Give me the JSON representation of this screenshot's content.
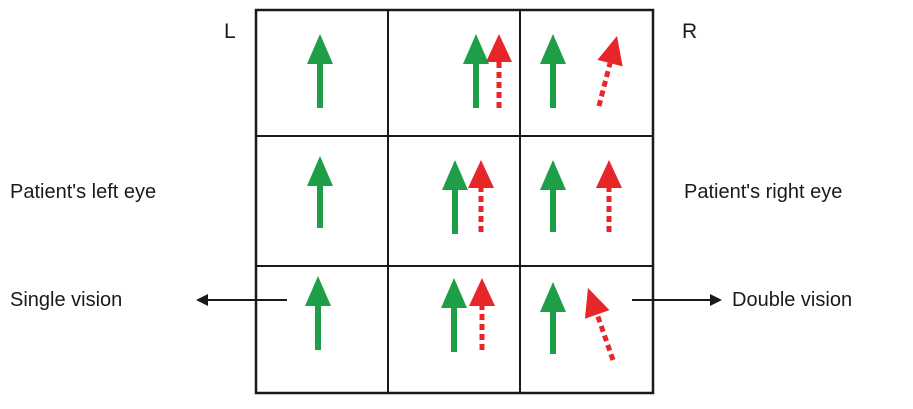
{
  "labels": {
    "left_corner": "L",
    "right_corner": "R",
    "left_eye": "Patient's left eye",
    "right_eye": "Patient's right eye",
    "single_vision": "Single vision",
    "double_vision": "Double vision"
  },
  "grid": {
    "rows": 3,
    "cols": 3,
    "line_color": "#1a1a1a"
  },
  "arrow_colors": {
    "green_solid": "#1e9e46",
    "red_dashed": "#e8262a",
    "pointer": "#1a1a1a"
  },
  "cells": [
    {
      "row": 1,
      "col": 1,
      "contents": [
        "green-up-arrow"
      ]
    },
    {
      "row": 1,
      "col": 2,
      "contents": [
        "green-up-arrow",
        "red-dashed-up-arrow"
      ],
      "relation": "overlapping"
    },
    {
      "row": 1,
      "col": 3,
      "contents": [
        "green-up-arrow",
        "red-dashed-tilted-arrow"
      ],
      "relation": "separated, red tilted right"
    },
    {
      "row": 2,
      "col": 1,
      "contents": [
        "green-up-arrow"
      ]
    },
    {
      "row": 2,
      "col": 2,
      "contents": [
        "green-up-arrow",
        "red-dashed-up-arrow"
      ],
      "relation": "overlapping"
    },
    {
      "row": 2,
      "col": 3,
      "contents": [
        "green-up-arrow",
        "red-dashed-up-arrow"
      ],
      "relation": "separated"
    },
    {
      "row": 3,
      "col": 1,
      "contents": [
        "green-up-arrow"
      ]
    },
    {
      "row": 3,
      "col": 2,
      "contents": [
        "green-up-arrow",
        "red-dashed-up-arrow"
      ],
      "relation": "overlapping"
    },
    {
      "row": 3,
      "col": 3,
      "contents": [
        "green-up-arrow",
        "red-dashed-tilted-arrow"
      ],
      "relation": "separated, red tilted left"
    }
  ]
}
